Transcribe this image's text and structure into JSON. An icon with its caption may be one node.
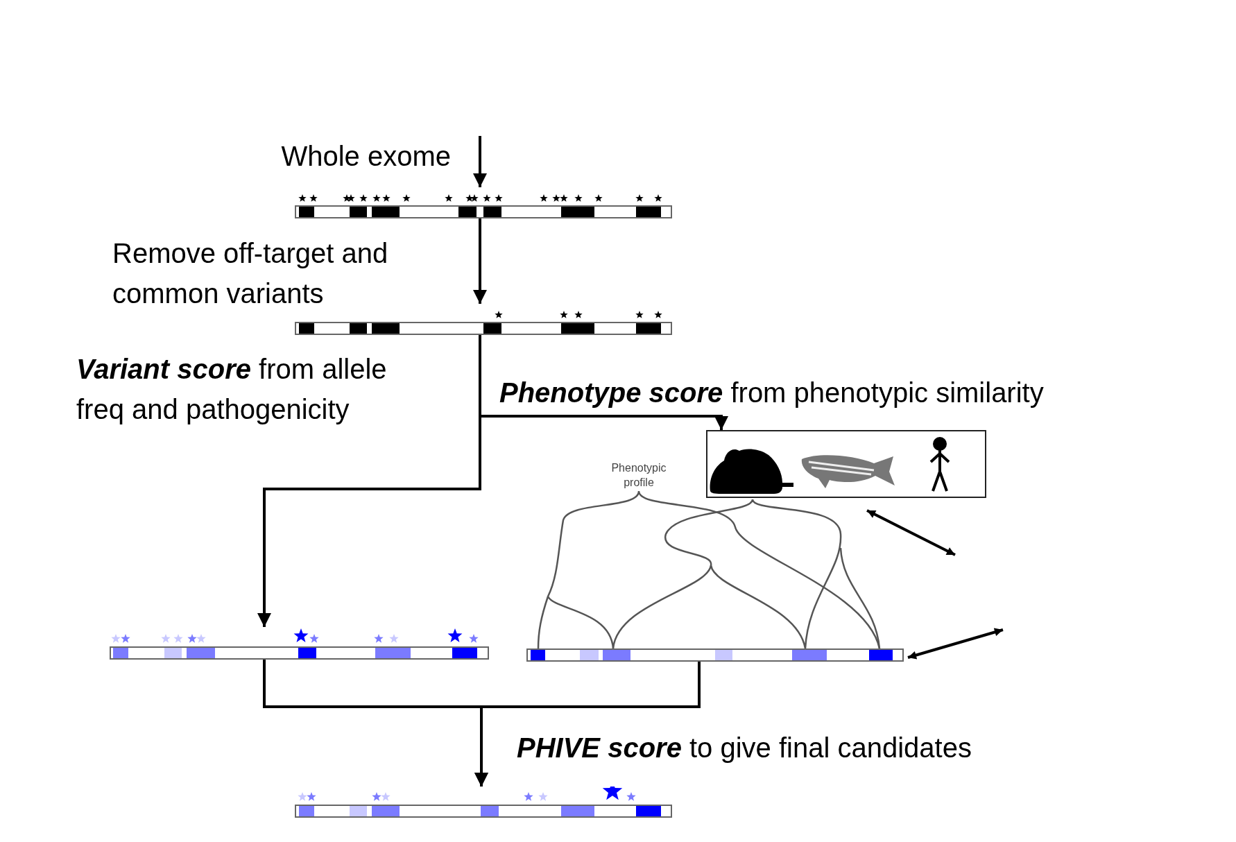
{
  "diagram": {
    "nodes": [
      {
        "text": [
          "Whole exome"
        ]
      },
      {
        "text": [],
        "shape": "bar"
      },
      {
        "text": [
          "Remove off-target and common variants"
        ]
      },
      {
        "text": [],
        "shape": "bar"
      },
      {
        "text": [
          "**Variant score** from allele freq and pathogenicity"
        ]
      },
      {
        "text": [
          "**Phenotype score** from phenotypic similarity"
        ]
      },
      {
        "text": [],
        "shape": "picture"
      },
      {
        "text": [
          "Phenotypic profile"
        ]
      },
      {
        "text": [],
        "shape": "bar"
      },
      {
        "text": [],
        "shape": "bar"
      },
      {
        "text": [
          "**PHIVE score** to give final candidates"
        ]
      },
      {
        "text": [],
        "shape": "bar"
      }
    ],
    "edges": [
      {
        "from": null,
        "to": 1,
        "arrow": "to"
      },
      {
        "from": 1,
        "to": 3,
        "arrow": "to"
      },
      {
        "from": 3,
        "to": 6,
        "arrow": "to"
      },
      {
        "from": 3,
        "to": 8,
        "arrow": "to"
      },
      {
        "from": 7,
        "to": 9,
        "arrow": "none",
        "color": "#555555"
      },
      {
        "from": 6,
        "to": 9,
        "arrow": "none",
        "color": "#555555"
      },
      {
        "from": 6,
        "to": null,
        "arrow": "both"
      },
      {
        "from": 9,
        "to": null,
        "arrow": "both"
      },
      {
        "from": 8,
        "to": 11,
        "arrow": "to"
      },
      {
        "from": 9,
        "to": 11,
        "arrow": "to"
      }
    ]
  }
}
